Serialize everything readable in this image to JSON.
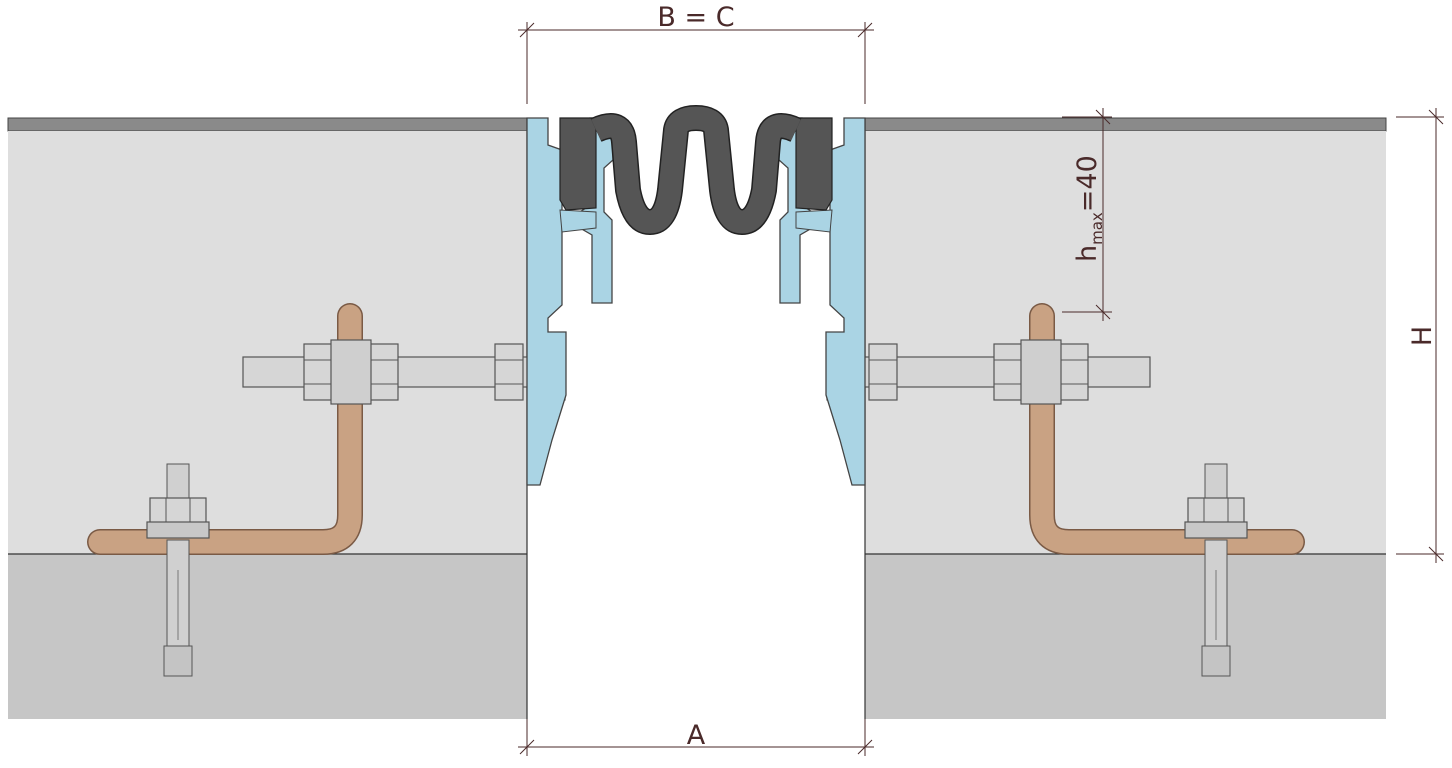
{
  "labels": {
    "top_width": "B = C",
    "bottom_width": "A",
    "height": "H",
    "hmax_prefix": "h",
    "hmax_sub": "max",
    "hmax_value": "=40"
  },
  "colors": {
    "line": "#4a2a2a",
    "slab_upper": "#dedede",
    "slab_lower": "#c6c6c6",
    "surface_strip": "#8a8a8a",
    "aluminium_profile": "#aad4e4",
    "rubber_seal": "#555555",
    "anchor_rod": "#c9a283",
    "steel": "#d2d2d2"
  }
}
